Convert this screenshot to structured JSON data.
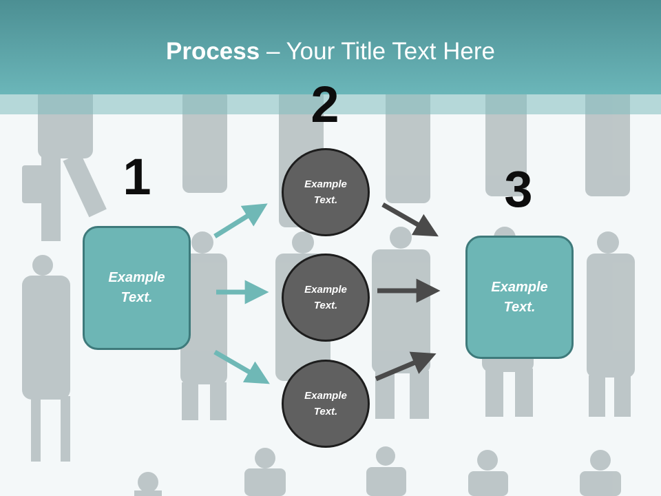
{
  "slide": {
    "title_bold": "Process",
    "title_rest": " – Your Title Text Here"
  },
  "steps": [
    {
      "number": "1"
    },
    {
      "number": "2"
    },
    {
      "number": "3"
    }
  ],
  "left_box": {
    "text": "Example Text."
  },
  "circles": [
    {
      "text": "Example Text."
    },
    {
      "text": "Example Text."
    },
    {
      "text": "Example Text."
    }
  ],
  "right_box": {
    "text": "Example Text."
  },
  "colors": {
    "header": "#5aa7aa",
    "teal_box": "#6db6b5",
    "teal_border": "#3e7a7b",
    "circle_fill": "#606060",
    "circle_border": "#1d1d1d",
    "arrow_teal": "#6fb8b6",
    "arrow_dark": "#4a4a4a"
  }
}
